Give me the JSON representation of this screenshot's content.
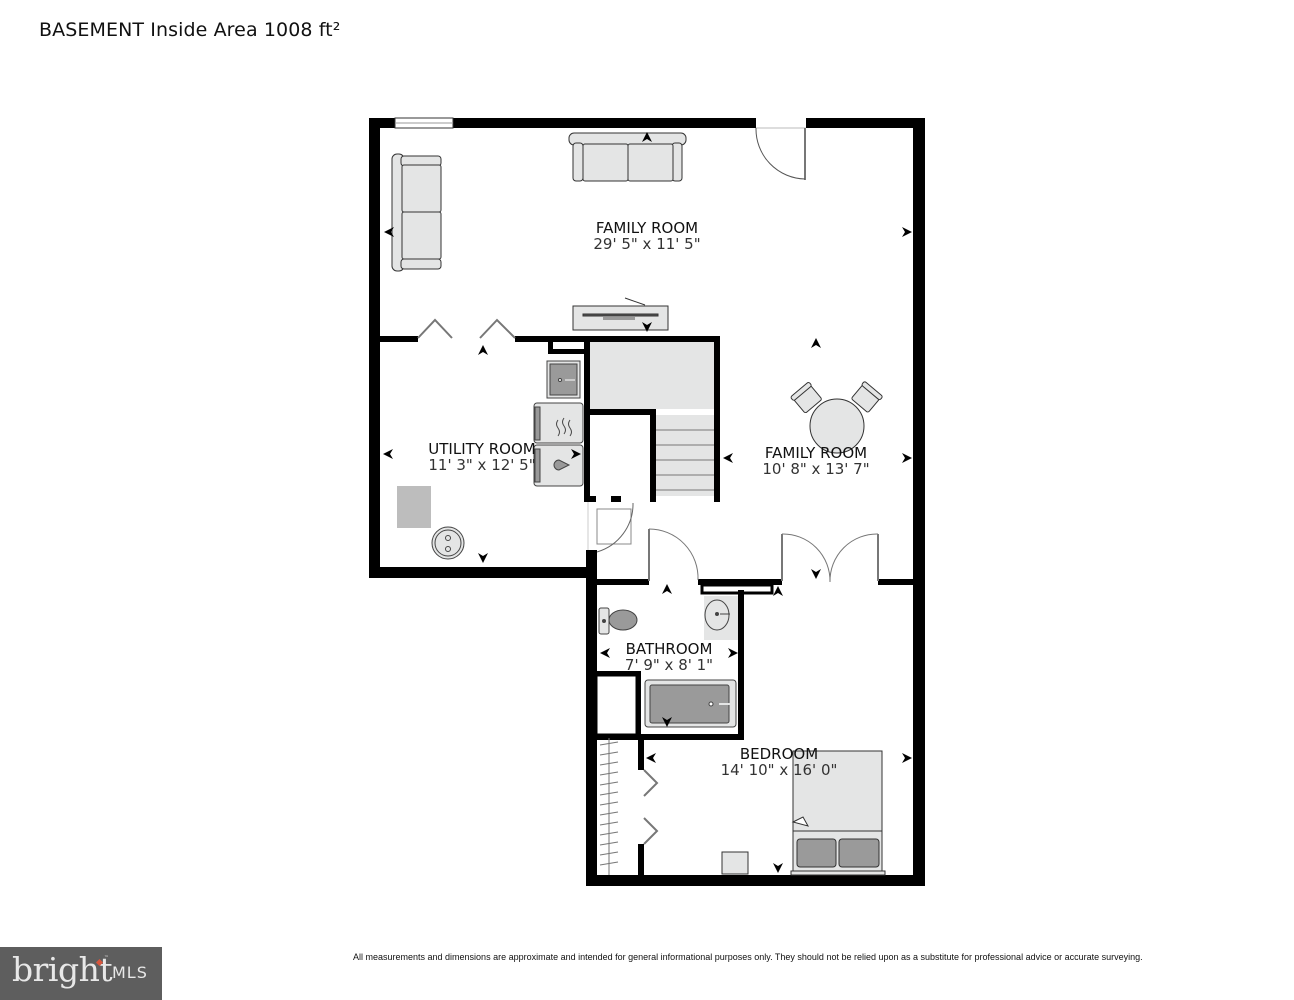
{
  "header": {
    "title": "BASEMENT Inside Area 1008 ft²"
  },
  "rooms": [
    {
      "name": "FAMILY ROOM",
      "dimensions": "29' 5\" x 11' 5\""
    },
    {
      "name": "UTILITY ROOM",
      "dimensions": "11' 3\" x 12' 5\""
    },
    {
      "name": "FAMILY ROOM",
      "dimensions": "10' 8\" x 13' 7\""
    },
    {
      "name": "BATHROOM",
      "dimensions": "7' 9\" x 8' 1\""
    },
    {
      "name": "BEDROOM",
      "dimensions": "14' 10\" x 16' 0\""
    }
  ],
  "footer": {
    "logo_word": "bright",
    "logo_tm": "™",
    "logo_mls": "MLS",
    "disclaimer": "All measurements and dimensions are approximate and intended for general informational purposes only. They should not be relied upon as a substitute for professional advice or accurate surveying."
  },
  "colors": {
    "wall": "#000000",
    "furniture_fill": "#e4e5e5",
    "appliance_fill": "#bdbdbd",
    "logo_bg": "#5e5e5e",
    "logo_accent": "#d8553c"
  }
}
